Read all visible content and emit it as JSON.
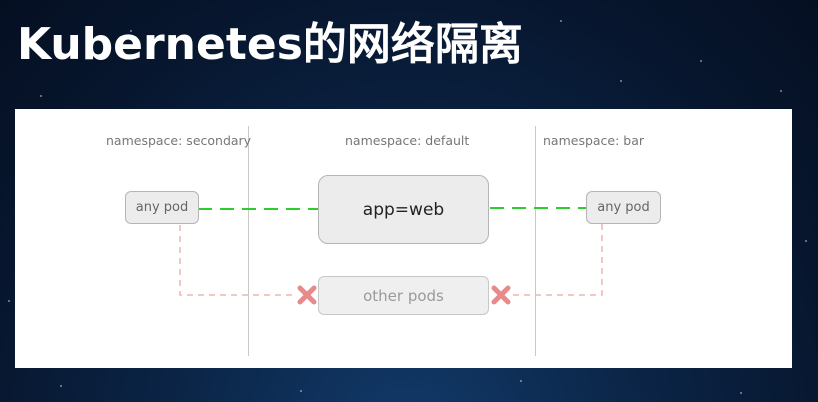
{
  "slide": {
    "title": "Kubernetes的网络隔离"
  },
  "diagram": {
    "namespaces": [
      {
        "label": "namespace: secondary"
      },
      {
        "label": "namespace: default"
      },
      {
        "label": "namespace: bar"
      }
    ],
    "pods": {
      "left_pod": "any pod",
      "center_pod": "app=web",
      "right_pod": "any pod",
      "other_pods": "other pods"
    },
    "colors": {
      "allowed": "#2ecc2e",
      "denied": "#f2b3b3",
      "deny_mark": "#e88a8a"
    },
    "icons": [
      "deny-x-icon"
    ]
  }
}
